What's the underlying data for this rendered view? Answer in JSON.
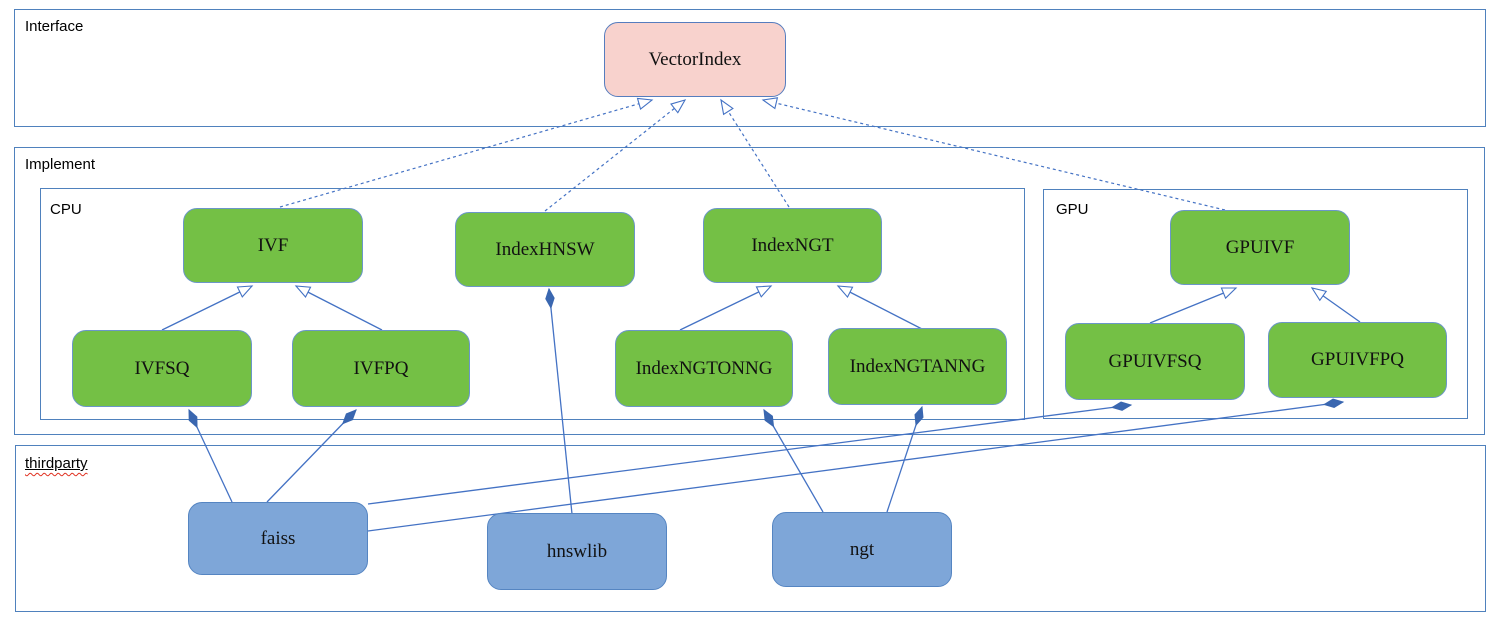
{
  "diagram": {
    "title_hint": "VectorIndex class architecture diagram",
    "containers": {
      "interface": {
        "label": "Interface"
      },
      "implement": {
        "label": "Implement"
      },
      "cpu": {
        "label": "CPU"
      },
      "gpu": {
        "label": "GPU"
      },
      "thirdparty": {
        "label": "thirdparty"
      }
    },
    "nodes": {
      "vectorindex": {
        "label": "VectorIndex",
        "kind": "interface"
      },
      "ivf": {
        "label": "IVF",
        "kind": "class"
      },
      "indexhnsw": {
        "label": "IndexHNSW",
        "kind": "class"
      },
      "indexngt": {
        "label": "IndexNGT",
        "kind": "class"
      },
      "ivfsq": {
        "label": "IVFSQ",
        "kind": "class"
      },
      "ivfpq": {
        "label": "IVFPQ",
        "kind": "class"
      },
      "indexngtonng": {
        "label": "IndexNGTONNG",
        "kind": "class"
      },
      "indexngtanng": {
        "label": "IndexNGTANNG",
        "kind": "class"
      },
      "gpuivf": {
        "label": "GPUIVF",
        "kind": "class"
      },
      "gpuivfsq": {
        "label": "GPUIVFSQ",
        "kind": "class"
      },
      "gpuivfpq": {
        "label": "GPUIVFPQ",
        "kind": "class"
      },
      "faiss": {
        "label": "faiss",
        "kind": "library"
      },
      "hnswlib": {
        "label": "hnswlib",
        "kind": "library"
      },
      "ngt": {
        "label": "ngt",
        "kind": "library"
      }
    },
    "relations": [
      {
        "from": "IVF",
        "to": "VectorIndex",
        "type": "realizes"
      },
      {
        "from": "IndexHNSW",
        "to": "VectorIndex",
        "type": "realizes"
      },
      {
        "from": "IndexNGT",
        "to": "VectorIndex",
        "type": "realizes"
      },
      {
        "from": "GPUIVF",
        "to": "VectorIndex",
        "type": "realizes"
      },
      {
        "from": "IVFSQ",
        "to": "IVF",
        "type": "extends"
      },
      {
        "from": "IVFPQ",
        "to": "IVF",
        "type": "extends"
      },
      {
        "from": "IndexNGTONNG",
        "to": "IndexNGT",
        "type": "extends"
      },
      {
        "from": "IndexNGTANNG",
        "to": "IndexNGT",
        "type": "extends"
      },
      {
        "from": "GPUIVFSQ",
        "to": "GPUIVF",
        "type": "extends"
      },
      {
        "from": "GPUIVFPQ",
        "to": "GPUIVF",
        "type": "extends"
      },
      {
        "from": "faiss",
        "to": "IVFSQ",
        "type": "composition"
      },
      {
        "from": "faiss",
        "to": "IVFPQ",
        "type": "composition"
      },
      {
        "from": "faiss",
        "to": "GPUIVFSQ",
        "type": "composition"
      },
      {
        "from": "faiss",
        "to": "GPUIVFPQ",
        "type": "composition"
      },
      {
        "from": "hnswlib",
        "to": "IndexHNSW",
        "type": "composition"
      },
      {
        "from": "ngt",
        "to": "IndexNGTONNG",
        "type": "composition"
      },
      {
        "from": "ngt",
        "to": "IndexNGTANNG",
        "type": "composition"
      }
    ],
    "colors": {
      "class_fill": "#74c045",
      "interface_fill": "#f8d2cd",
      "library_fill": "#7ea6d8",
      "container_border": "#4f81bd",
      "edge": "#4472c4",
      "diamond_fill": "#3a67b0",
      "spellcheck_underline": "#e03020"
    }
  }
}
